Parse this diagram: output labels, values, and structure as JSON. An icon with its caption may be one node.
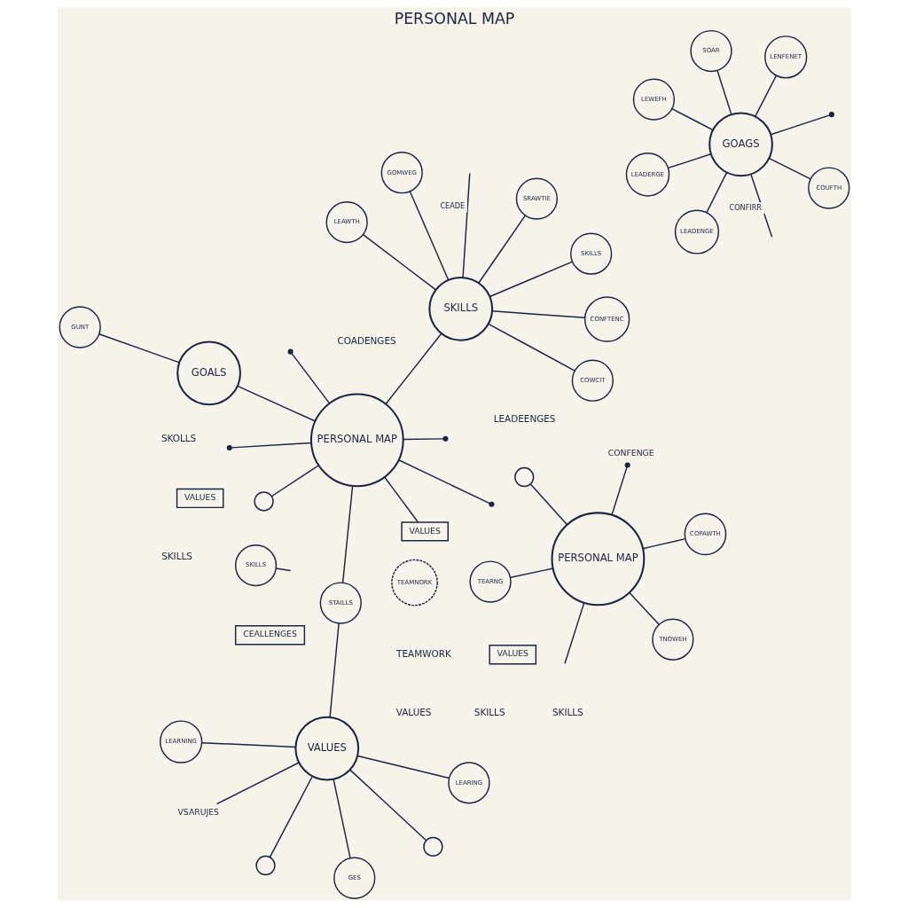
{
  "diagram": {
    "title": "PERSONAL MAP",
    "nodes": [
      {
        "text": [],
        "shape": "circle"
      },
      {
        "text": [
          "LEARING"
        ]
      },
      {
        "text": [
          "VALUES"
        ]
      },
      {
        "text": [
          "LEARNING"
        ]
      },
      {
        "text": [],
        "shape": "circle"
      },
      {
        "text": [
          "VSARUJES"
        ]
      },
      {
        "text": [
          "TEAMNORK"
        ]
      },
      {
        "text": [
          "STAILLS"
        ]
      },
      {
        "text": [
          "GES"
        ]
      },
      {
        "text": [],
        "shape": "circle"
      },
      {
        "text": [
          "VALUES"
        ]
      },
      {
        "text": [
          "PERSONAL MAP"
        ]
      },
      {
        "text": [
          "LEAWTH"
        ]
      },
      {
        "text": [
          "SKILLS"
        ]
      },
      {
        "text": [
          "SRAWTIE"
        ]
      },
      {
        "text": [
          "SKILLS"
        ]
      },
      {
        "text": [
          "CONFTENC"
        ]
      },
      {
        "text": [
          "COWCIT"
        ]
      },
      {
        "text": [
          "GOMWEG"
        ]
      },
      {
        "text": [
          "VALUES"
        ]
      },
      {
        "text": [
          "VALUES"
        ]
      },
      {
        "text": [
          "CEALLENGES"
        ]
      },
      {
        "text": [
          "TEARNG"
        ]
      },
      {
        "text": [
          "TNOWEH"
        ]
      },
      {
        "text": [
          "PERSONAL MAP"
        ]
      },
      {
        "text": [],
        "shape": "circle"
      },
      {
        "text": [
          "COPAWTH"
        ]
      },
      {
        "text": [
          "CONFENGE"
        ]
      },
      {
        "text": [
          "SKILLS"
        ]
      },
      {
        "text": [
          "GOALS"
        ]
      },
      {
        "text": [
          "GUNT"
        ]
      },
      {
        "text": [
          "LEADERGE"
        ]
      },
      {
        "text": [
          "COUFTH"
        ]
      },
      {
        "text": [
          "GOAGS"
        ]
      },
      {
        "text": [
          "SOAR"
        ]
      },
      {
        "text": [
          "LENFENET"
        ]
      },
      {
        "text": [
          "LEWEFH"
        ]
      },
      {
        "text": [
          "LEADENGE"
        ]
      }
    ],
    "edges": [
      {
        "from": 2,
        "to": 0,
        "arrow": "none"
      },
      {
        "from": 2,
        "to": 1,
        "arrow": "none"
      },
      {
        "from": 2,
        "to": 3,
        "arrow": "none"
      },
      {
        "from": 2,
        "to": 4,
        "arrow": "none"
      },
      {
        "from": 2,
        "to": 5,
        "arrow": "none"
      },
      {
        "from": 2,
        "to": 7,
        "arrow": "none"
      },
      {
        "from": 2,
        "to": 8,
        "arrow": "none"
      },
      {
        "from": 11,
        "to": 10,
        "arrow": "none"
      },
      {
        "from": 11,
        "to": 9,
        "arrow": "none"
      },
      {
        "from": 7,
        "to": 11,
        "arrow": "none"
      },
      {
        "from": 11,
        "to": 15,
        "arrow": "none"
      },
      {
        "from": 11,
        "to": 29,
        "arrow": "none"
      },
      {
        "from": 11,
        "to": null,
        "arrow": "other"
      },
      {
        "from": 11,
        "to": null,
        "arrow": "other"
      },
      {
        "from": 11,
        "to": null,
        "arrow": "other"
      },
      {
        "from": 11,
        "to": null,
        "arrow": "other"
      },
      {
        "from": 15,
        "to": 12,
        "arrow": "none"
      },
      {
        "from": 15,
        "to": 13,
        "arrow": "none"
      },
      {
        "from": 15,
        "to": 14,
        "arrow": "none"
      },
      {
        "from": 15,
        "to": null,
        "arrow": "none",
        "label": "CEADE"
      },
      {
        "from": 15,
        "to": 16,
        "arrow": "none"
      },
      {
        "from": 15,
        "to": 17,
        "arrow": "none"
      },
      {
        "from": 15,
        "to": 18,
        "arrow": "none"
      },
      {
        "from": 24,
        "to": 22,
        "arrow": "none"
      },
      {
        "from": 24,
        "to": 23,
        "arrow": "none"
      },
      {
        "from": 24,
        "to": null,
        "arrow": "none"
      },
      {
        "from": 24,
        "to": 25,
        "arrow": "none"
      },
      {
        "from": 24,
        "to": 26,
        "arrow": "none"
      },
      {
        "from": 24,
        "to": 27,
        "arrow": "other"
      },
      {
        "from": 28,
        "to": null,
        "arrow": "none"
      },
      {
        "from": 29,
        "to": 30,
        "arrow": "none"
      },
      {
        "from": 33,
        "to": null,
        "arrow": "none",
        "label": "CONFIRR"
      },
      {
        "from": 33,
        "to": 31,
        "arrow": "none"
      },
      {
        "from": 33,
        "to": null,
        "arrow": "other"
      },
      {
        "from": 33,
        "to": 34,
        "arrow": "none"
      },
      {
        "from": 33,
        "to": 37,
        "arrow": "none"
      },
      {
        "from": 33,
        "to": 36,
        "arrow": "none"
      },
      {
        "from": 33,
        "to": 35,
        "arrow": "none"
      },
      {
        "from": 33,
        "to": 32,
        "arrow": "none"
      }
    ],
    "labels": [
      "VALUES",
      "SKILLS",
      "SKILLS",
      "TEAMWORK",
      "SKOLLS",
      "LEADEENGES",
      "SKILLS",
      "COADENGES"
    ]
  }
}
